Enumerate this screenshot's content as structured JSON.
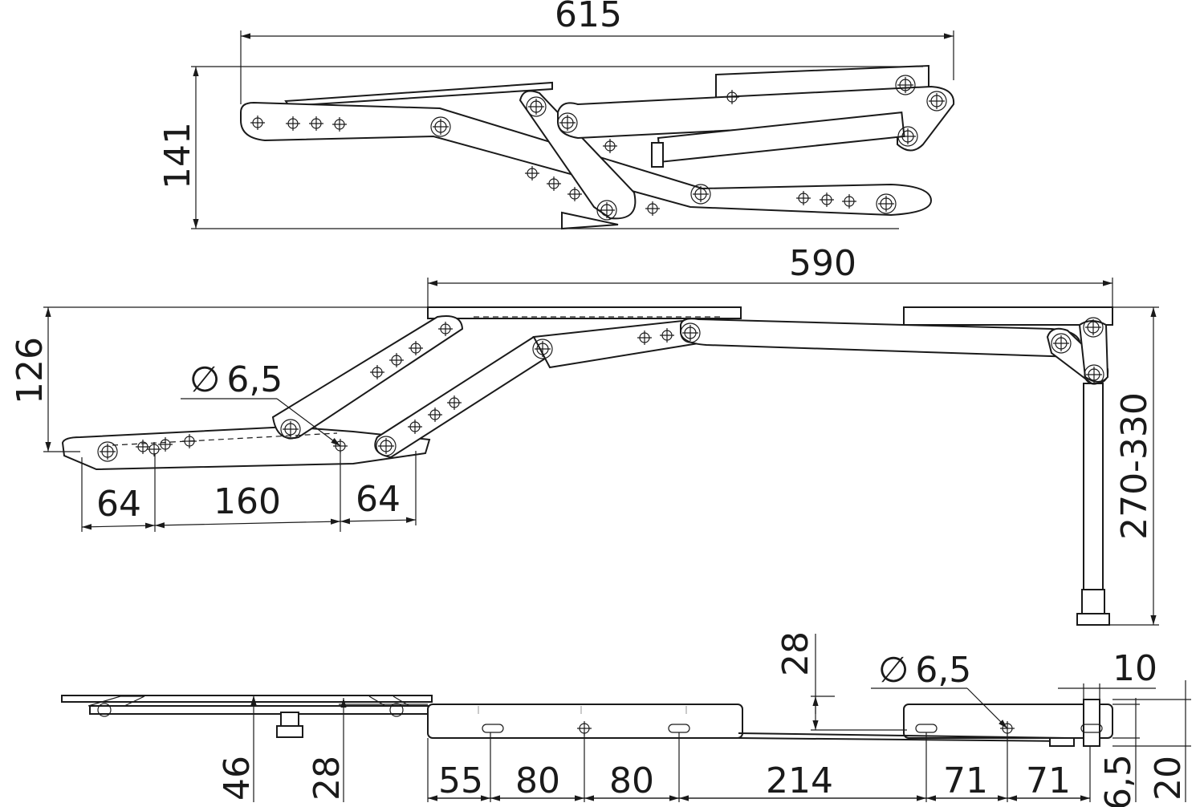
{
  "dimensions": {
    "top_width": "615",
    "top_height": "141",
    "mid_width": "590",
    "mid_height": "126",
    "leg_height": "270-330",
    "hole_diameter": "6,5",
    "mid_spacing_1": "64",
    "mid_spacing_2": "160",
    "mid_spacing_3": "64",
    "bottom_gap": "28",
    "bottom_plate_h": "46",
    "bottom_plate_h2": "28",
    "b_55": "55",
    "b_80a": "80",
    "b_80b": "80",
    "b_214": "214",
    "b_71a": "71",
    "b_71b": "71",
    "b_65": "6,5",
    "b_20": "20",
    "b_10": "10",
    "bottom_hole": "6,5"
  },
  "diameter_symbol": "∅",
  "colors": {
    "line": "#1a1a1a",
    "hidden": "#b8b8b8",
    "background": "#ffffff"
  }
}
